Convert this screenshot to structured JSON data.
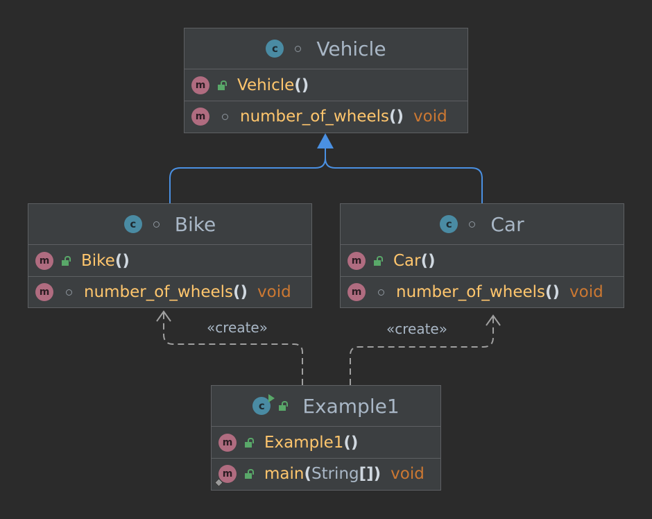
{
  "diagram": {
    "classes": {
      "vehicle": {
        "name": "Vehicle",
        "header_icon": "class-icon",
        "visibility_icon": "package-private-icon",
        "members": [
          {
            "icon": "method-icon",
            "visibility": "public-lock-icon",
            "name": "Vehicle",
            "params": "",
            "return_type": ""
          },
          {
            "icon": "method-icon",
            "visibility": "package-private-icon",
            "name": "number_of_wheels",
            "params": "",
            "return_type": "void"
          }
        ]
      },
      "bike": {
        "name": "Bike",
        "header_icon": "class-icon",
        "visibility_icon": "package-private-icon",
        "members": [
          {
            "icon": "method-icon",
            "visibility": "public-lock-icon",
            "name": "Bike",
            "params": "",
            "return_type": ""
          },
          {
            "icon": "method-icon",
            "visibility": "package-private-icon",
            "name": "number_of_wheels",
            "params": "",
            "return_type": "void"
          }
        ]
      },
      "car": {
        "name": "Car",
        "header_icon": "class-icon",
        "visibility_icon": "package-private-icon",
        "members": [
          {
            "icon": "method-icon",
            "visibility": "public-lock-icon",
            "name": "Car",
            "params": "",
            "return_type": ""
          },
          {
            "icon": "method-icon",
            "visibility": "package-private-icon",
            "name": "number_of_wheels",
            "params": "",
            "return_type": "void"
          }
        ]
      },
      "example1": {
        "name": "Example1",
        "header_icon": "runnable-class-icon",
        "visibility_icon": "public-lock-icon",
        "members": [
          {
            "icon": "method-icon",
            "visibility": "public-lock-icon",
            "name": "Example1",
            "params": "",
            "return_type": ""
          },
          {
            "icon": "static-method-icon",
            "visibility": "public-lock-icon",
            "name": "main",
            "params": "String",
            "params_suffix": "[]",
            "return_type": "void"
          }
        ]
      }
    },
    "relations": [
      {
        "type": "inheritance",
        "from": "Bike",
        "to": "Vehicle"
      },
      {
        "type": "inheritance",
        "from": "Car",
        "to": "Vehicle"
      },
      {
        "type": "dependency",
        "from": "Example1",
        "to": "Bike",
        "stereotype": "«create»"
      },
      {
        "type": "dependency",
        "from": "Example1",
        "to": "Car",
        "stereotype": "«create»"
      }
    ],
    "icon_letters": {
      "class": "c",
      "method": "m"
    },
    "colors": {
      "background": "#2b2b2b",
      "box": "#3c3f41",
      "border": "#5e6063",
      "inheritance_line": "#4a90e2",
      "dependency_line": "#a0a0a0",
      "method_name": "#ffc66d",
      "return_type": "#cc7832",
      "class_icon": "#4a8ba3",
      "method_icon": "#b06c80",
      "public": "#59a869"
    }
  }
}
